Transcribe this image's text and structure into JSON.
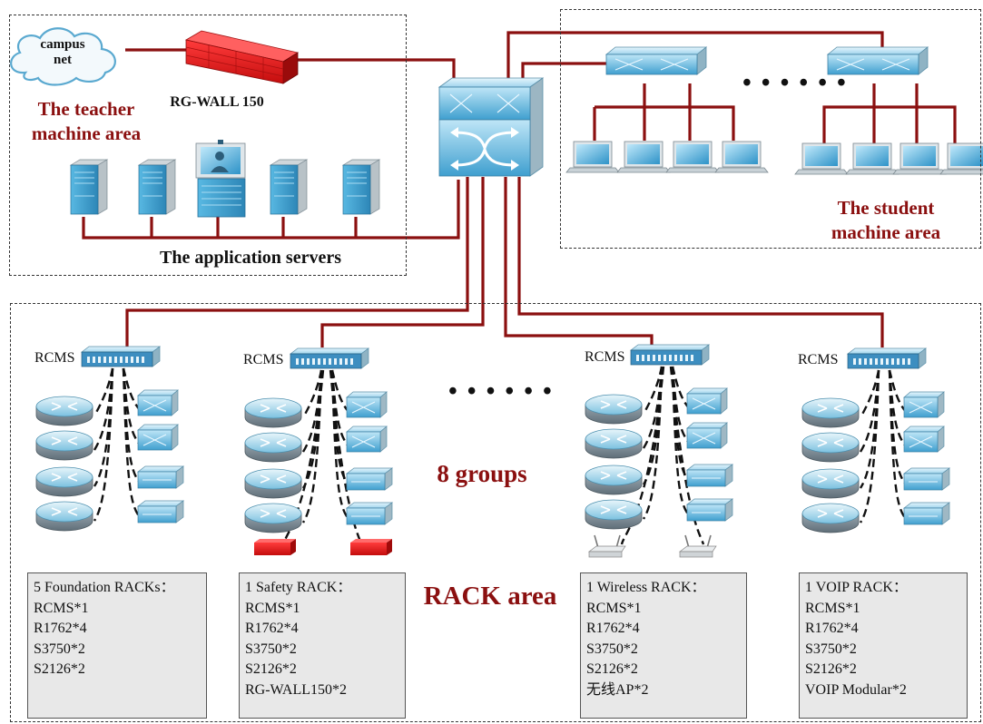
{
  "labels": {
    "campus_net": "campus net",
    "firewall": "RG-WALL 150",
    "teacher_area": "The teacher machine area",
    "app_servers": "The application servers",
    "student_area": "The student machine area",
    "groups": "8 groups",
    "rack_area": "RACK area",
    "student_ellipsis": "• • • • • •",
    "rack_ellipsis": "• • • • • •"
  },
  "racks": [
    {
      "rcms_label": "RCMS",
      "title": "5 Foundation RACKs：",
      "items": [
        "RCMS*1",
        "R1762*4",
        "S3750*2",
        "S2126*2"
      ]
    },
    {
      "rcms_label": "RCMS",
      "title": "1 Safety RACK：",
      "items": [
        "RCMS*1",
        "R1762*4",
        "S3750*2",
        "S2126*2",
        "RG-WALL150*2"
      ]
    },
    {
      "rcms_label": "RCMS",
      "title": "1 Wireless RACK：",
      "items": [
        "RCMS*1",
        "R1762*4",
        "S3750*2",
        "S2126*2",
        "无线AP*2"
      ]
    },
    {
      "rcms_label": "RCMS",
      "title": "1 VOIP RACK：",
      "items": [
        "RCMS*1",
        "R1762*4",
        "S3750*2",
        "S2126*2",
        "VOIP Modular*2"
      ]
    }
  ],
  "colors": {
    "link": "#8b1010",
    "label_red": "#8b1010",
    "device_blue": "#3fa6d3"
  },
  "icons": [
    "cloud-icon",
    "firewall-icon",
    "core-switch-icon",
    "server-icon",
    "workstation-icon",
    "switch-icon",
    "laptop-icon",
    "router-icon",
    "access-point-icon"
  ]
}
